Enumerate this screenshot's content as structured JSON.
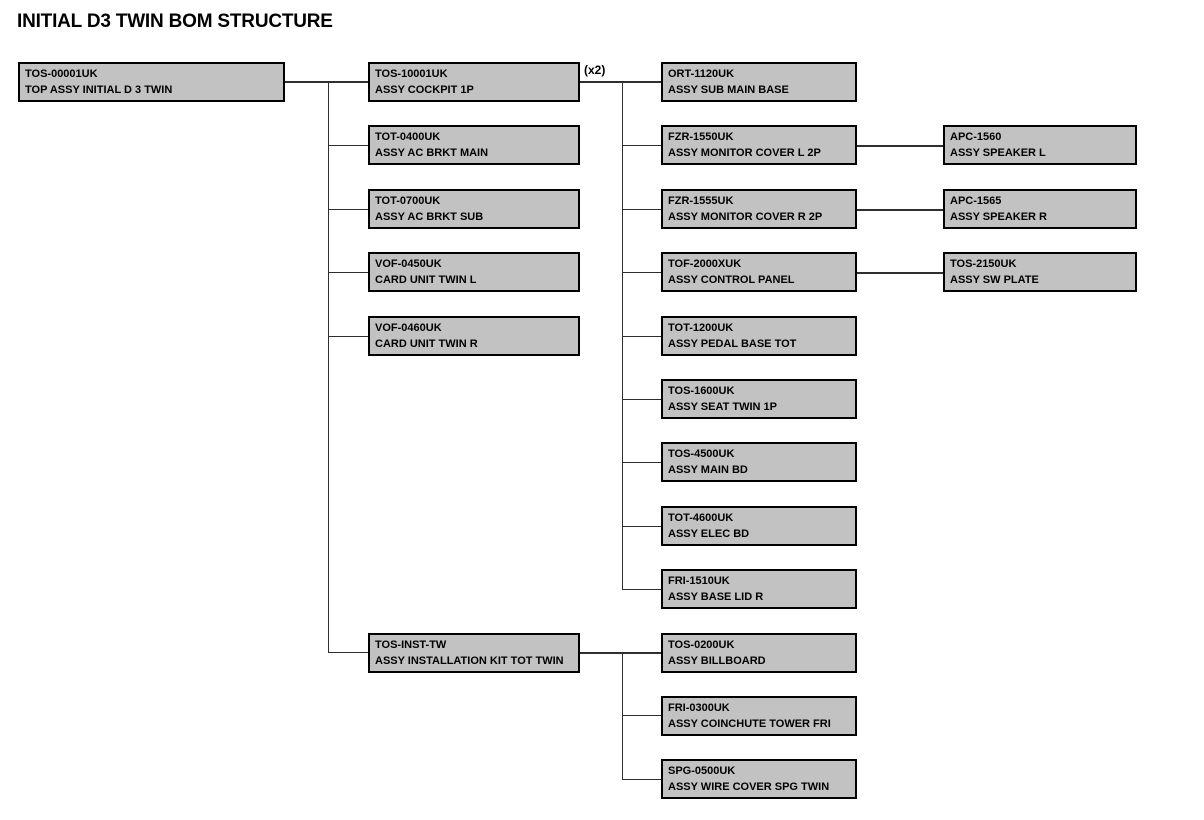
{
  "title": "INITIAL D3 TWIN BOM STRUCTURE",
  "annotations": {
    "cockpit_qty": "(x2)"
  },
  "colors": {
    "background": "#ffffff",
    "box_fill": "#c2c2c2",
    "box_border": "#000000",
    "connector_line": "#2f2f2f",
    "text": "#000000"
  },
  "nodes": [
    {
      "part": "TOS-00001UK",
      "desc": "TOP ASSY INITIAL D 3 TWIN",
      "level": 1,
      "parent": null
    },
    {
      "part": "TOS-10001UK",
      "desc": "ASSY COCKPIT 1P",
      "level": 2,
      "parent": "TOS-00001UK",
      "qty": "(x2)"
    },
    {
      "part": "TOT-0400UK",
      "desc": "ASSY AC BRKT MAIN",
      "level": 2,
      "parent": "TOS-00001UK"
    },
    {
      "part": "TOT-0700UK",
      "desc": "ASSY AC BRKT SUB",
      "level": 2,
      "parent": "TOS-00001UK"
    },
    {
      "part": "VOF-0450UK",
      "desc": "CARD UNIT TWIN L",
      "level": 2,
      "parent": "TOS-00001UK"
    },
    {
      "part": "VOF-0460UK",
      "desc": "CARD UNIT TWIN R",
      "level": 2,
      "parent": "TOS-00001UK"
    },
    {
      "part": "TOS-INST-TW",
      "desc": "ASSY INSTALLATION KIT TOT TWIN",
      "level": 2,
      "parent": "TOS-00001UK"
    },
    {
      "part": "ORT-1120UK",
      "desc": "ASSY SUB MAIN BASE",
      "level": 3,
      "parent": "TOS-10001UK"
    },
    {
      "part": "FZR-1550UK",
      "desc": "ASSY MONITOR COVER L 2P",
      "level": 3,
      "parent": "TOS-10001UK"
    },
    {
      "part": "FZR-1555UK",
      "desc": "ASSY MONITOR COVER R 2P",
      "level": 3,
      "parent": "TOS-10001UK"
    },
    {
      "part": "TOF-2000XUK",
      "desc": "ASSY CONTROL PANEL",
      "level": 3,
      "parent": "TOS-10001UK"
    },
    {
      "part": "TOT-1200UK",
      "desc": "ASSY PEDAL BASE TOT",
      "level": 3,
      "parent": "TOS-10001UK"
    },
    {
      "part": "TOS-1600UK",
      "desc": "ASSY SEAT TWIN 1P",
      "level": 3,
      "parent": "TOS-10001UK"
    },
    {
      "part": "TOS-4500UK",
      "desc": "ASSY MAIN BD",
      "level": 3,
      "parent": "TOS-10001UK"
    },
    {
      "part": "TOT-4600UK",
      "desc": "ASSY ELEC BD",
      "level": 3,
      "parent": "TOS-10001UK"
    },
    {
      "part": "FRI-1510UK",
      "desc": "ASSY BASE LID R",
      "level": 3,
      "parent": "TOS-10001UK"
    },
    {
      "part": "TOS-0200UK",
      "desc": "ASSY BILLBOARD",
      "level": 3,
      "parent": "TOS-INST-TW"
    },
    {
      "part": "FRI-0300UK",
      "desc": "ASSY COINCHUTE TOWER FRI",
      "level": 3,
      "parent": "TOS-INST-TW"
    },
    {
      "part": "SPG-0500UK",
      "desc": "ASSY WIRE COVER SPG TWIN",
      "level": 3,
      "parent": "TOS-INST-TW"
    },
    {
      "part": "APC-1560",
      "desc": "ASSY SPEAKER L",
      "level": 4,
      "parent": "FZR-1550UK"
    },
    {
      "part": "APC-1565",
      "desc": "ASSY SPEAKER R",
      "level": 4,
      "parent": "FZR-1555UK"
    },
    {
      "part": "TOS-2150UK",
      "desc": "ASSY SW PLATE",
      "level": 4,
      "parent": "TOF-2000XUK"
    }
  ]
}
